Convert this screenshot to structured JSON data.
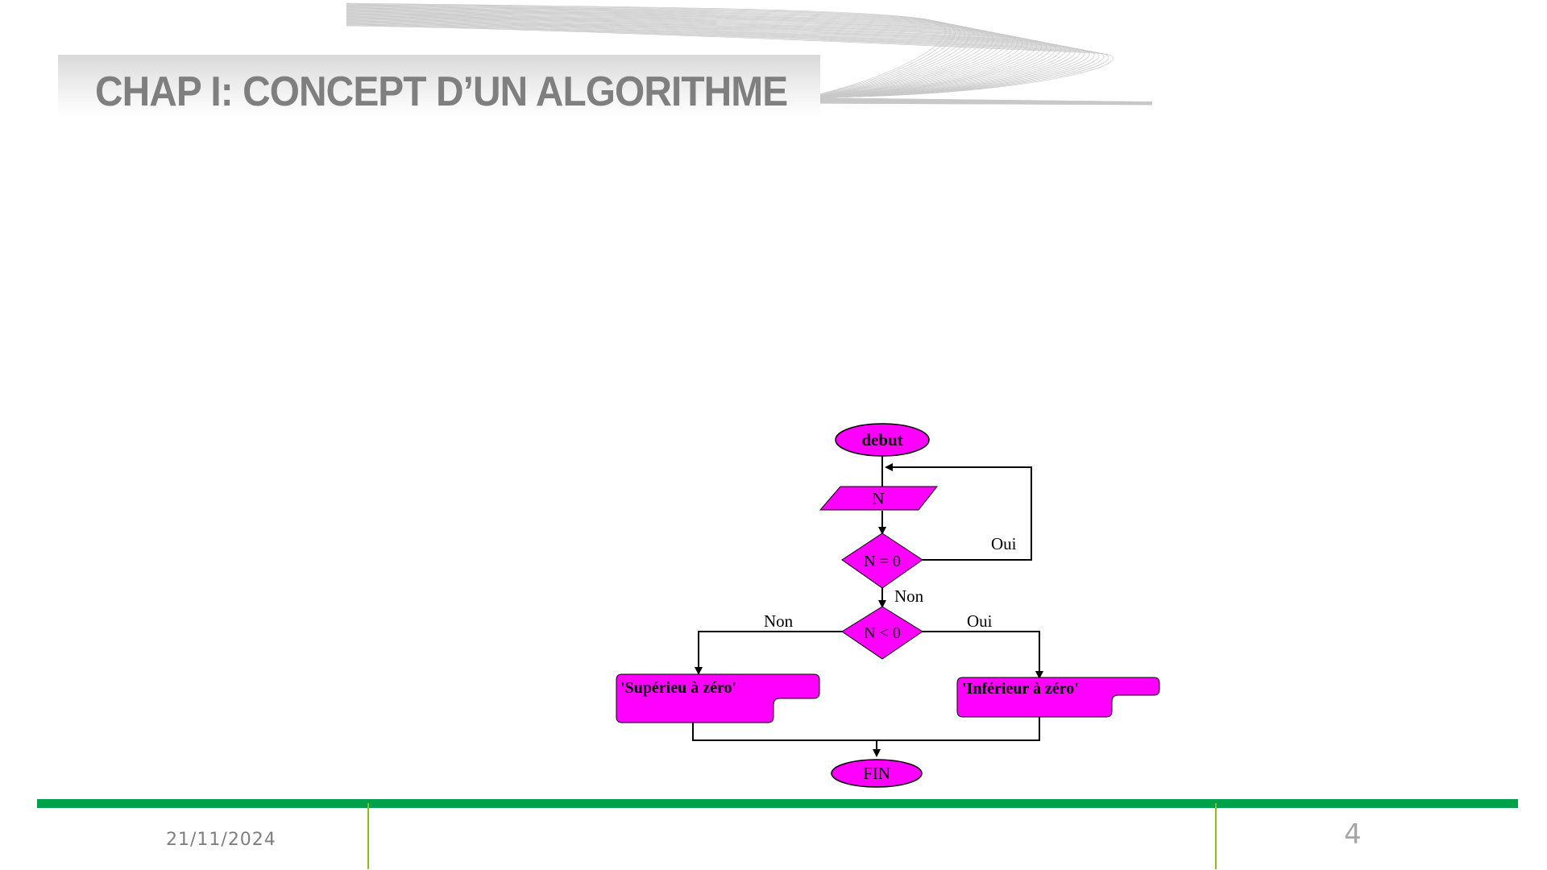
{
  "slide": {
    "title": "CHAP I: CONCEPT D’UN ALGORITHME",
    "date": "21/11/2024",
    "page_number": "4"
  },
  "flowchart": {
    "start": "debut",
    "input": "N",
    "decision_1": "N = 0",
    "decision_2": "N < 0",
    "output_positive": "'Supérieu à zéro'",
    "output_negative": "'Inférieur à zéro'",
    "end": "FIN",
    "label_oui_loop": "Oui",
    "label_non_down": "Non",
    "label_non_left": "Non",
    "label_oui_right": "Oui"
  },
  "colors": {
    "shape_fill": "#ff00ff",
    "footer_bar": "#00a14b",
    "title_text": "#7f7f7f"
  }
}
